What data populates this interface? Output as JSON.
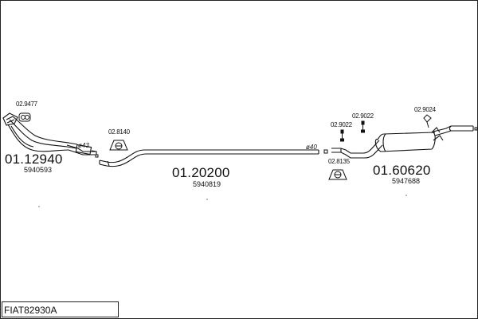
{
  "diagram_code": "FIAT82930A",
  "parts": {
    "front_pipe": {
      "number": "01.12940",
      "oe": "5940593"
    },
    "middle_pipe": {
      "number": "01.20200",
      "oe": "5940819"
    },
    "rear_silencer": {
      "number": "01.60620",
      "oe": "5947688"
    }
  },
  "accessories": {
    "gasket": "02.9477",
    "front_hanger": "02.8140",
    "rear_hanger": "02.8135",
    "bolt_1": "02.9022",
    "bolt_2": "02.9022",
    "tail_hanger": "02.9024"
  },
  "diameters": {
    "front": "ø43",
    "rear": "ø40"
  }
}
